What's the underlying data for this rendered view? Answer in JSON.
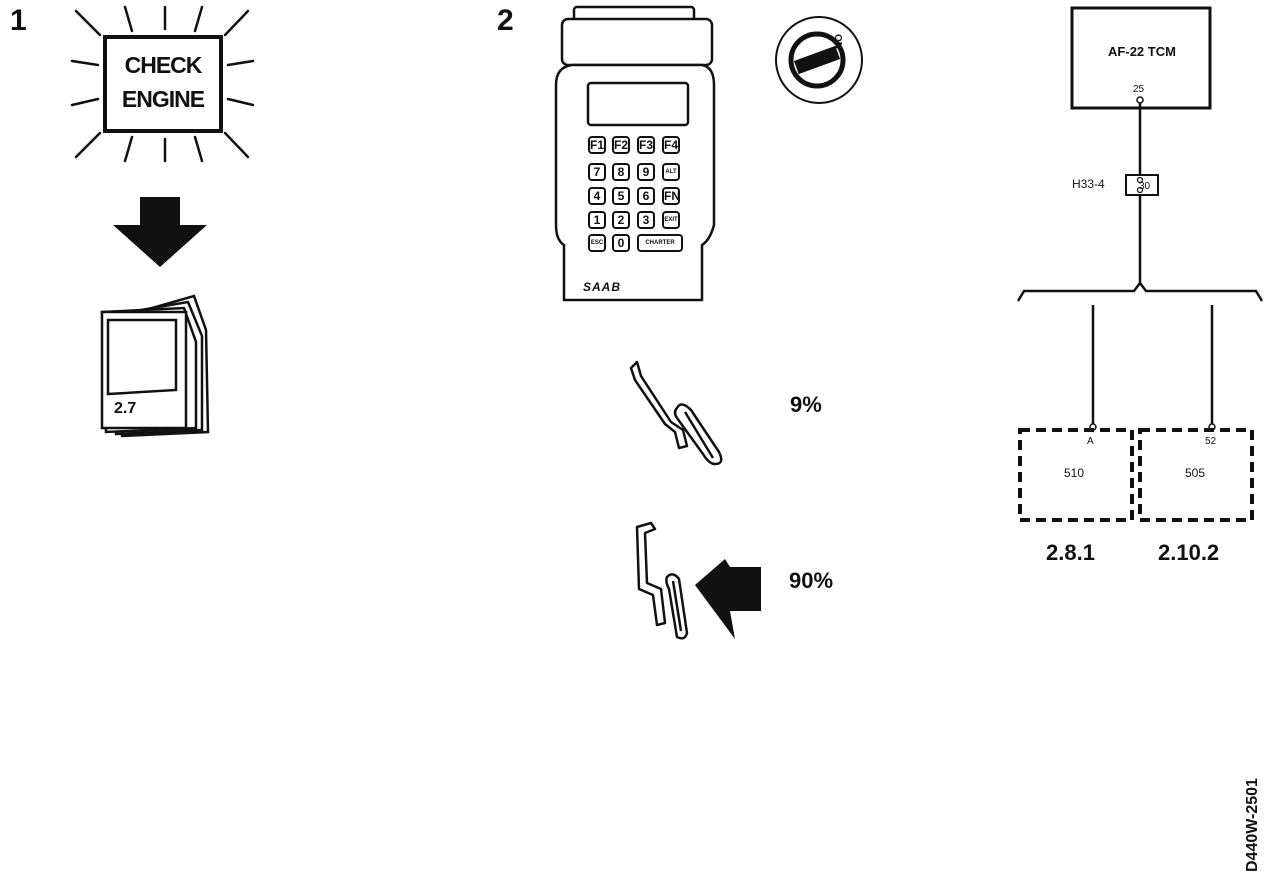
{
  "steps": {
    "one": "1",
    "two": "2"
  },
  "check_engine": {
    "line1": "CHECK",
    "line2": "ENGINE"
  },
  "manual_ref": "2.7",
  "tester": {
    "keys": [
      "F1",
      "F2",
      "F3",
      "F4",
      "7",
      "8",
      "9",
      "ALT",
      "4",
      "5",
      "6",
      "FN",
      "1",
      "2",
      "3",
      "EXIT",
      "ESC",
      "0",
      "CHARTER"
    ],
    "brand": "SAAB"
  },
  "ignition": {
    "position": "ON"
  },
  "pedal": {
    "light": "9%",
    "full": "90%"
  },
  "wiring": {
    "tcm_label": "AF-22 TCM",
    "tcm_pin": "25",
    "connector_label": "H33-4",
    "connector_pin": "30",
    "comp1": {
      "pin": "A",
      "id": "510",
      "ref": "2.8.1"
    },
    "comp2": {
      "pin": "52",
      "id": "505",
      "ref": "2.10.2"
    }
  },
  "figure_code": "D440W-2501"
}
